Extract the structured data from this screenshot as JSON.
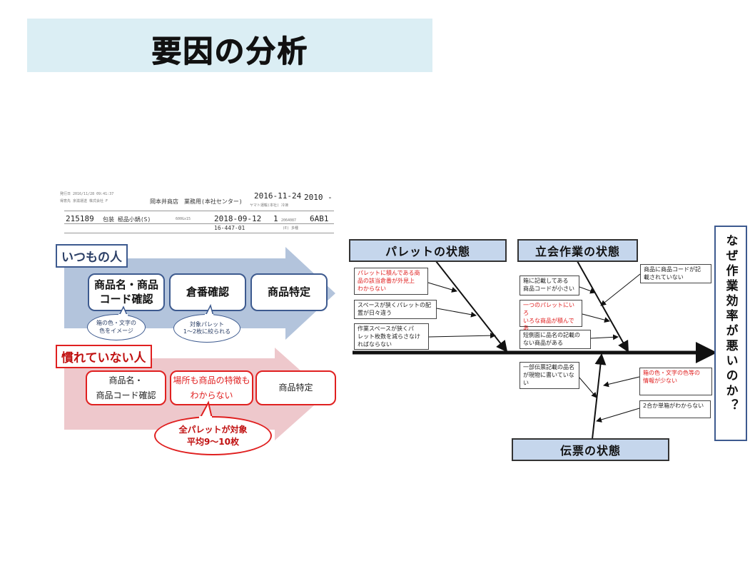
{
  "title": "要因の分析",
  "slip": {
    "header_small": "発行日 2016/11/28 09:41:37",
    "header_small2": "得意先 京滋運送 株式会社 F",
    "header_store": "岡本井商店　業務用(本社センター)",
    "header_date": "2016-11-24",
    "header_num": "2010 -",
    "header_carrier": "ヤマト運輸(本社) 冷凍",
    "code": "215189",
    "product": "包装 極品小鍋(S)",
    "spec": "600Gx15",
    "ship_date": "2018-09-12",
    "qty": "1",
    "ref": "16-447-01",
    "lot": "2064087",
    "note": "(E) 多種",
    "location": "6AB1"
  },
  "left": {
    "usual_label": "いつもの人",
    "usual_steps": [
      "商品名・商品\nコード確認",
      "倉番確認",
      "商品特定"
    ],
    "usual_bubbles": [
      "箱の色・文字の\n色をイメージ",
      "対象パレット\n1～2枚に絞られる"
    ],
    "new_label": "慣れていない人",
    "new_steps": [
      "商品名・\n商品コード確認",
      "場所も商品の特徴も\nわからない",
      "商品特定"
    ],
    "new_bubble": "全パレットが対象\n平均9～10枚"
  },
  "fishbone": {
    "categories": [
      "パレットの状態",
      "立会作業の状態",
      "伝票の状態"
    ],
    "effect": "なぜ作業効率が悪いのか？",
    "pallet_causes": [
      "パレットに積んである商\n品の該当倉番が外見上\nわからない",
      "スペースが狭くパレットの配\n置が日々違う",
      "作業スペースが狭くパ\nレット枚数を減らさなけ\nればならない"
    ],
    "witness_causes": [
      "箱に記載してある\n商品コードが小さい",
      "一つのパレットにいろ\nいろな商品が積んであ\nり探しにくい",
      "短側面に品名の記載の\nない商品がある",
      "商品に商品コードが記\n載されていない"
    ],
    "slip_causes": [
      "一部伝票記載の品名\nが現物に書いていな\nい",
      "箱の色・文字の色等の\n情報が少ない",
      "2合か単箱がわからない"
    ]
  },
  "colors": {
    "accent_blue": "#3d5a8f",
    "alert_red": "#e02020",
    "category_fill": "#c5d6ec",
    "title_fill": "#dbeef4"
  }
}
